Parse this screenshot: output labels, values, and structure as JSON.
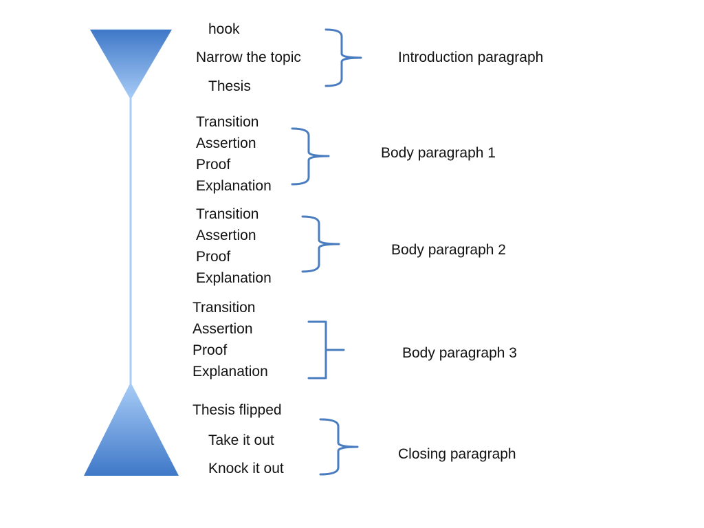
{
  "colors": {
    "shape_dark": "#3f78c8",
    "shape_light": "#a9cdf7",
    "bracket": "#4a7cc0",
    "text": "#111111",
    "background": "#ffffff"
  },
  "intro": {
    "items": [
      "hook",
      "Narrow the topic",
      "Thesis"
    ],
    "label": "Introduction paragraph"
  },
  "body1": {
    "items": [
      "Transition",
      "Assertion",
      "Proof",
      "Explanation"
    ],
    "label": "Body paragraph 1"
  },
  "body2": {
    "items": [
      "Transition",
      "Assertion",
      "Proof",
      "Explanation"
    ],
    "label": "Body paragraph 2"
  },
  "body3": {
    "items": [
      "Transition",
      "Assertion",
      "Proof",
      "Explanation"
    ],
    "label": "Body paragraph 3"
  },
  "closing": {
    "items": [
      "Thesis flipped",
      "Take it out",
      "Knock it out"
    ],
    "label": "Closing paragraph"
  }
}
